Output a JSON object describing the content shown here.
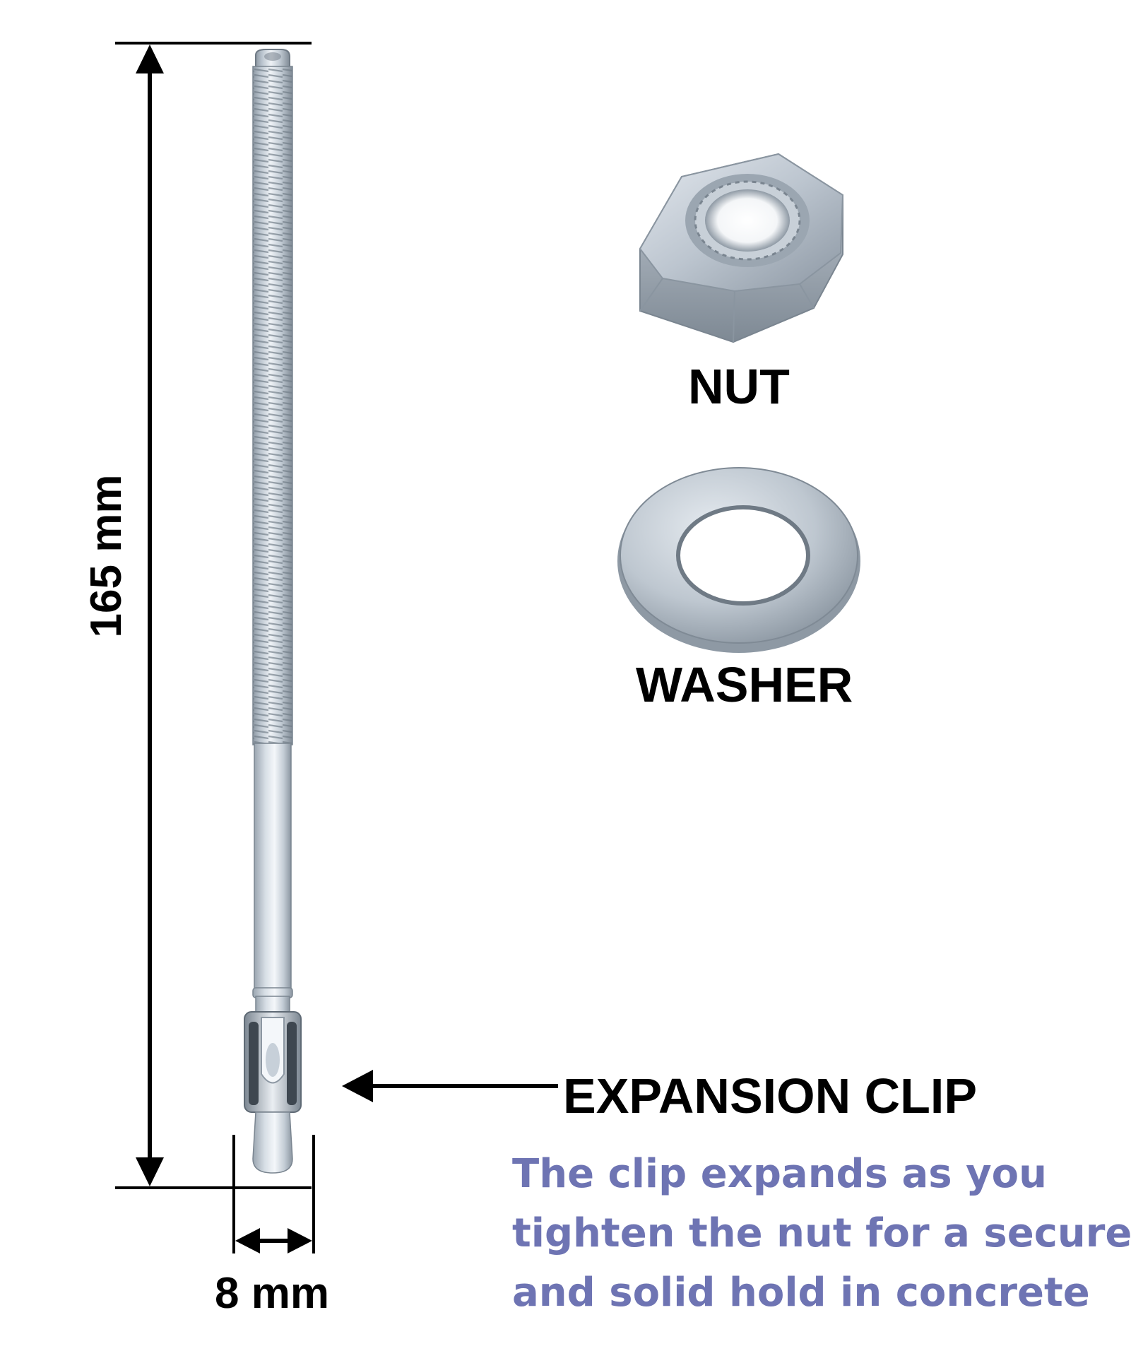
{
  "labels": {
    "nut": "NUT",
    "washer": "WASHER",
    "expansion_clip": "EXPANSION CLIP",
    "height": "165 mm",
    "width": "8 mm"
  },
  "caption": {
    "lines": [
      "The clip expands as you",
      "tighten the nut for a secure",
      "and solid hold in concrete"
    ]
  },
  "colors": {
    "caption_text": "#6e74b3",
    "metal_light": "#dfe5ec",
    "metal_mid": "#b5bfc9",
    "metal_dark": "#7f8a95",
    "dimension_lines": "#000000"
  }
}
